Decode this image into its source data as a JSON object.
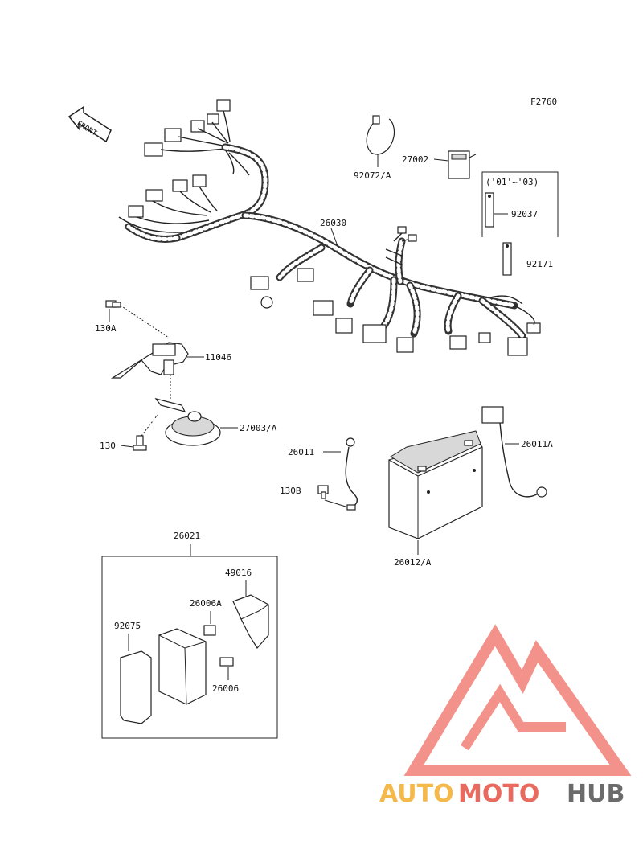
{
  "figure_code": "F2760",
  "front_label": "FRONT",
  "labels": {
    "p26030": "26030",
    "p27002": "27002",
    "p92072a": "92072/A",
    "range": "('01'~'03)",
    "p92037": "92037",
    "p92171": "92171",
    "p130a": "130A",
    "p11046": "11046",
    "p27003a": "27003/A",
    "p130": "130",
    "p26011": "26011",
    "p130b": "130B",
    "p26011a": "26011A",
    "p26012a": "26012/A",
    "p26021": "26021",
    "p49016": "49016",
    "p26006a": "26006A",
    "p92075": "92075",
    "p26006": "26006"
  },
  "watermark": {
    "part1": "AUTO",
    "part2": "MOTO",
    "part3": "HUB",
    "colors": {
      "auto": "#f5b84a",
      "moto": "#e96a5e",
      "hub": "#6b6b6b",
      "logo": "#ef6e63"
    }
  }
}
